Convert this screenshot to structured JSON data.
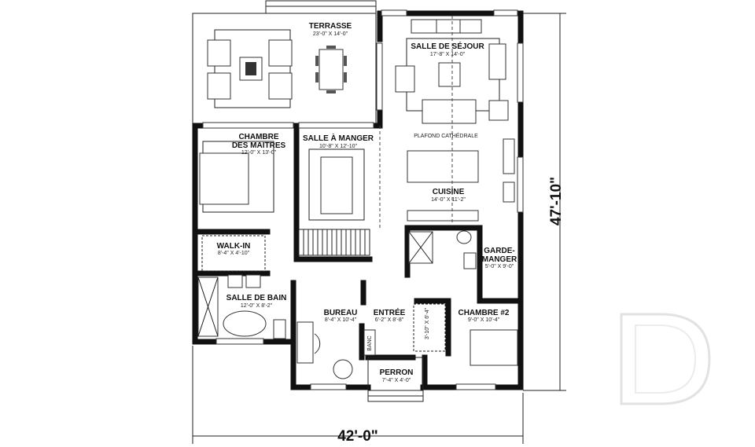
{
  "plan": {
    "rooms": [
      {
        "name": "TERRASSE",
        "size": "23'-0\" X 14'-0\""
      },
      {
        "name": "SALLE DE SÉJOUR",
        "size": "17'-8\" X 14'-0\""
      },
      {
        "name": "CHAMBRE",
        "name2": "DES MAITRES",
        "size": "12'-0\" X 13'-0\""
      },
      {
        "name": "SALLE À MANGER",
        "size": "10'-8\" X 12'-10\""
      },
      {
        "name": "CUISINE",
        "size": "14'-0\" X 11'-2\""
      },
      {
        "name": "WALK-IN",
        "size": "8'-4\" X 4'-10\""
      },
      {
        "name": "GARDE-",
        "name2": "MANGER",
        "size": "5'-0\" X 9'-0\""
      },
      {
        "name": "SALLE DE BAIN",
        "size": "12'-0\" X 8'-2\""
      },
      {
        "name": "BUREAU",
        "size": "8'-4\" X 10'-4\""
      },
      {
        "name": "ENTRÉE",
        "size": "6'-2\" X 8'-8\""
      },
      {
        "name": "CHAMBRE #2",
        "size": "9'-0\" X 10'-4\""
      },
      {
        "name": "PERRON",
        "size": "7'-4\" X 4'-0\""
      }
    ],
    "closet_size": "3'-10\" X 6'-4\"",
    "bench_label": "BANC",
    "ceiling_note": "PLAFOND CATHÉDRALE",
    "dimensions": {
      "width": "42'-0\"",
      "depth": "47'-10\""
    },
    "logo_letter": "D",
    "colors": {
      "walls": "#111111",
      "logo": "#e6e6e6"
    }
  }
}
